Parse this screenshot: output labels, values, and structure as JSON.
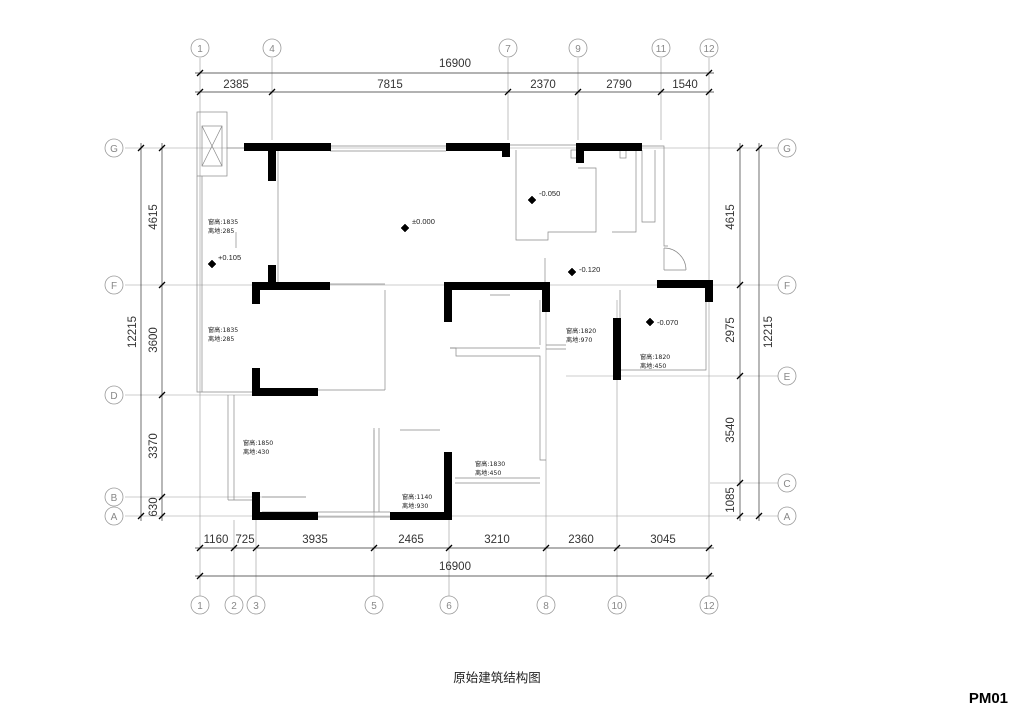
{
  "drawing": {
    "title": "原始建筑结构图",
    "sheet_id": "PM01"
  },
  "grid_bubbles": {
    "top": [
      "1",
      "4",
      "7",
      "9",
      "11",
      "12"
    ],
    "bottom": [
      "1",
      "2",
      "3",
      "5",
      "6",
      "8",
      "10",
      "12"
    ],
    "left": [
      "G",
      "F",
      "D",
      "B",
      "A"
    ],
    "right": [
      "G",
      "F",
      "E",
      "C",
      "A"
    ]
  },
  "dimensions": {
    "top_total": "16900",
    "top_segments": [
      "2385",
      "7815",
      "2370",
      "2790",
      "1540"
    ],
    "bottom_segments": [
      "1160",
      "725",
      "3935",
      "2465",
      "3210",
      "2360",
      "3045"
    ],
    "bottom_total": "16900",
    "left_total": "12215",
    "left_segments": [
      "4615",
      "3600",
      "3370",
      "630"
    ],
    "right_total": "12215",
    "right_segments": [
      "4615",
      "2975",
      "3540",
      "1085"
    ]
  },
  "levels": [
    "±0.000",
    "-0.050",
    "+0.105",
    "-0.120",
    "-0.070"
  ],
  "window_notes": [
    {
      "h": "窗高:1835",
      "s": "离地:285"
    },
    {
      "h": "窗高:1835",
      "s": "离地:285"
    },
    {
      "h": "窗高:1850",
      "s": "离地:430"
    },
    {
      "h": "窗高:1820",
      "s": "离地:970"
    },
    {
      "h": "窗高:1820",
      "s": "离地:450"
    },
    {
      "h": "窗高:1830",
      "s": "离地:450"
    },
    {
      "h": "窗高:1140",
      "s": "离地:930"
    }
  ]
}
